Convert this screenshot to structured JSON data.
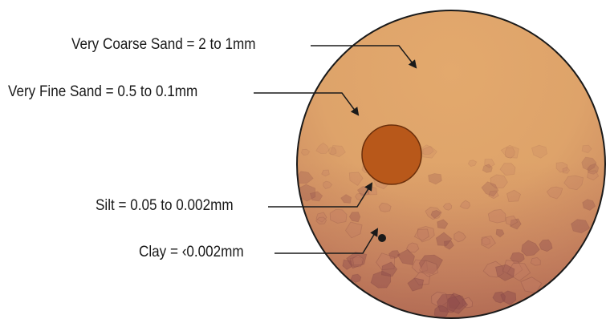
{
  "diagram": {
    "labels": {
      "very_coarse_sand": "Very Coarse Sand = 2 to 1mm",
      "very_fine_sand": "Very Fine Sand = 0.5 to 0.1mm",
      "silt": "Silt = 0.05 to 0.002mm",
      "clay": "Clay = ‹0.002mm"
    },
    "colors": {
      "disc_top": "#e0a267",
      "disc_bottom": "#b36a4d",
      "fine_sand_particle": "#b8581a",
      "fine_sand_outline": "#6b2f0b",
      "clay_particle": "#1a1a1a",
      "disc_outline": "#1a1a1a",
      "grain": "#9c5a55"
    }
  }
}
